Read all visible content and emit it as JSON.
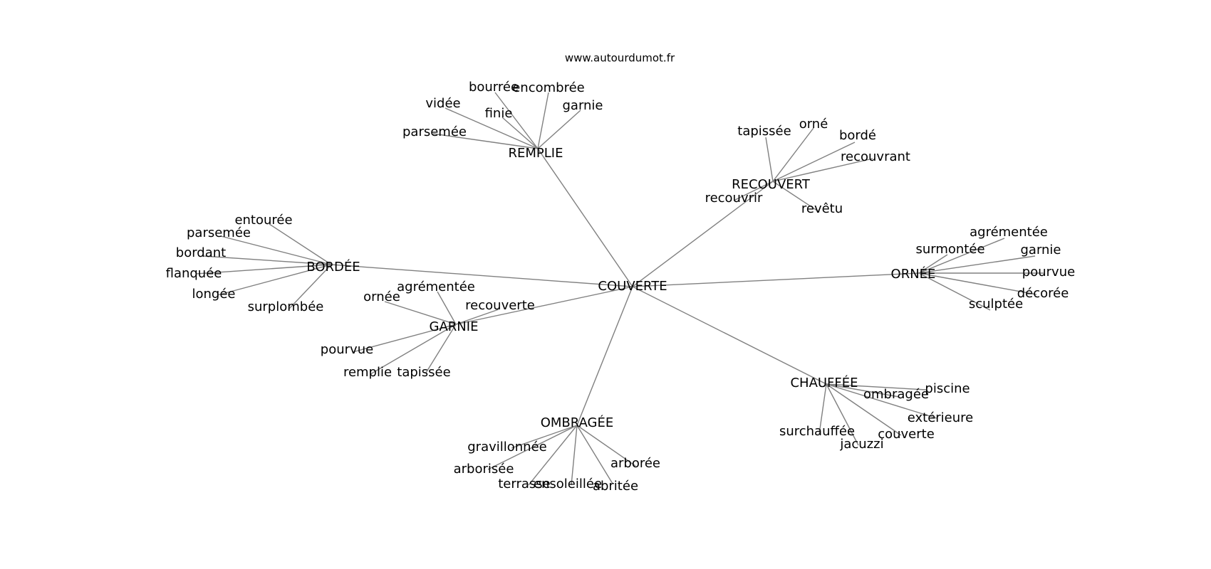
{
  "source": "www.autourdumot.fr",
  "colors": {
    "edge": "#808080",
    "text": "#000000",
    "background": "#ffffff"
  },
  "root": "COUVERTE",
  "clusters": [
    {
      "id": "remplie",
      "label": "REMPLIE",
      "words": [
        "bourrée",
        "encombrée",
        "vidée",
        "finie",
        "garnie",
        "parsemée"
      ]
    },
    {
      "id": "recouvert",
      "label": "RECOUVERT",
      "words": [
        "tapissée",
        "orné",
        "bordé",
        "recouvrant",
        "recouvrir",
        "revêtu"
      ]
    },
    {
      "id": "bordee",
      "label": "BORDÉE",
      "words": [
        "entourée",
        "parsemée",
        "bordant",
        "flanquée",
        "longée",
        "surplombée"
      ]
    },
    {
      "id": "ornee",
      "label": "ORNÉE",
      "words": [
        "agrémentée",
        "surmontée",
        "garnie",
        "pourvue",
        "décorée",
        "sculptée"
      ]
    },
    {
      "id": "garnie",
      "label": "GARNIE",
      "words": [
        "agrémentée",
        "ornée",
        "recouverte",
        "pourvue",
        "remplie",
        "tapissée"
      ]
    },
    {
      "id": "chauffee",
      "label": "CHAUFFÉE",
      "words": [
        "piscine",
        "ombragée",
        "extérieure",
        "surchauffée",
        "couverte",
        "jacuzzi"
      ]
    },
    {
      "id": "ombragee",
      "label": "OMBRAGÉE",
      "words": [
        "gravillonnée",
        "arborisée",
        "arborée",
        "terrasse",
        "ensoleillée",
        "abritée"
      ]
    }
  ]
}
